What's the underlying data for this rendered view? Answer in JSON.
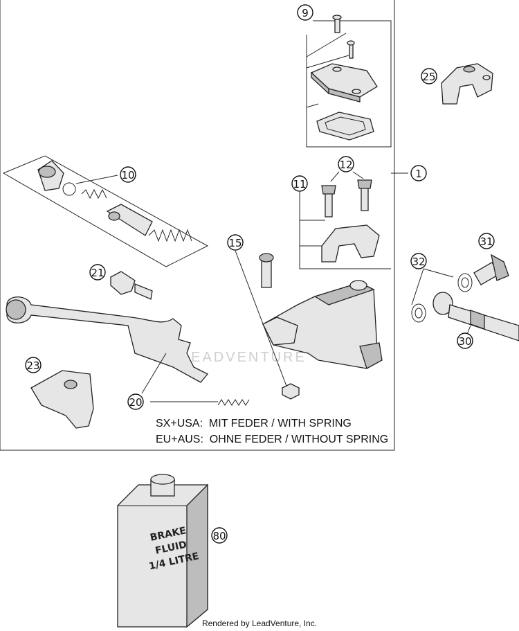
{
  "callouts": {
    "c1": "1",
    "c9": "9",
    "c10": "10",
    "c11": "11",
    "c12": "12",
    "c15": "15",
    "c20": "20",
    "c21": "21",
    "c23": "23",
    "c25": "25",
    "c30": "30",
    "c31": "31",
    "c32": "32",
    "c80": "80"
  },
  "notes": {
    "sx_usa": "SX+USA:  MIT FEDER / WITH SPRING",
    "eu_aus": "EU+AUS:  OHNE FEDER / WITHOUT SPRING"
  },
  "bottle_label": {
    "line1": "BRAKE",
    "line2": "FLUID",
    "line3": "1/4 LITRE"
  },
  "watermark": "LEADVENTURE",
  "footer": "Rendered by LeadVenture, Inc."
}
